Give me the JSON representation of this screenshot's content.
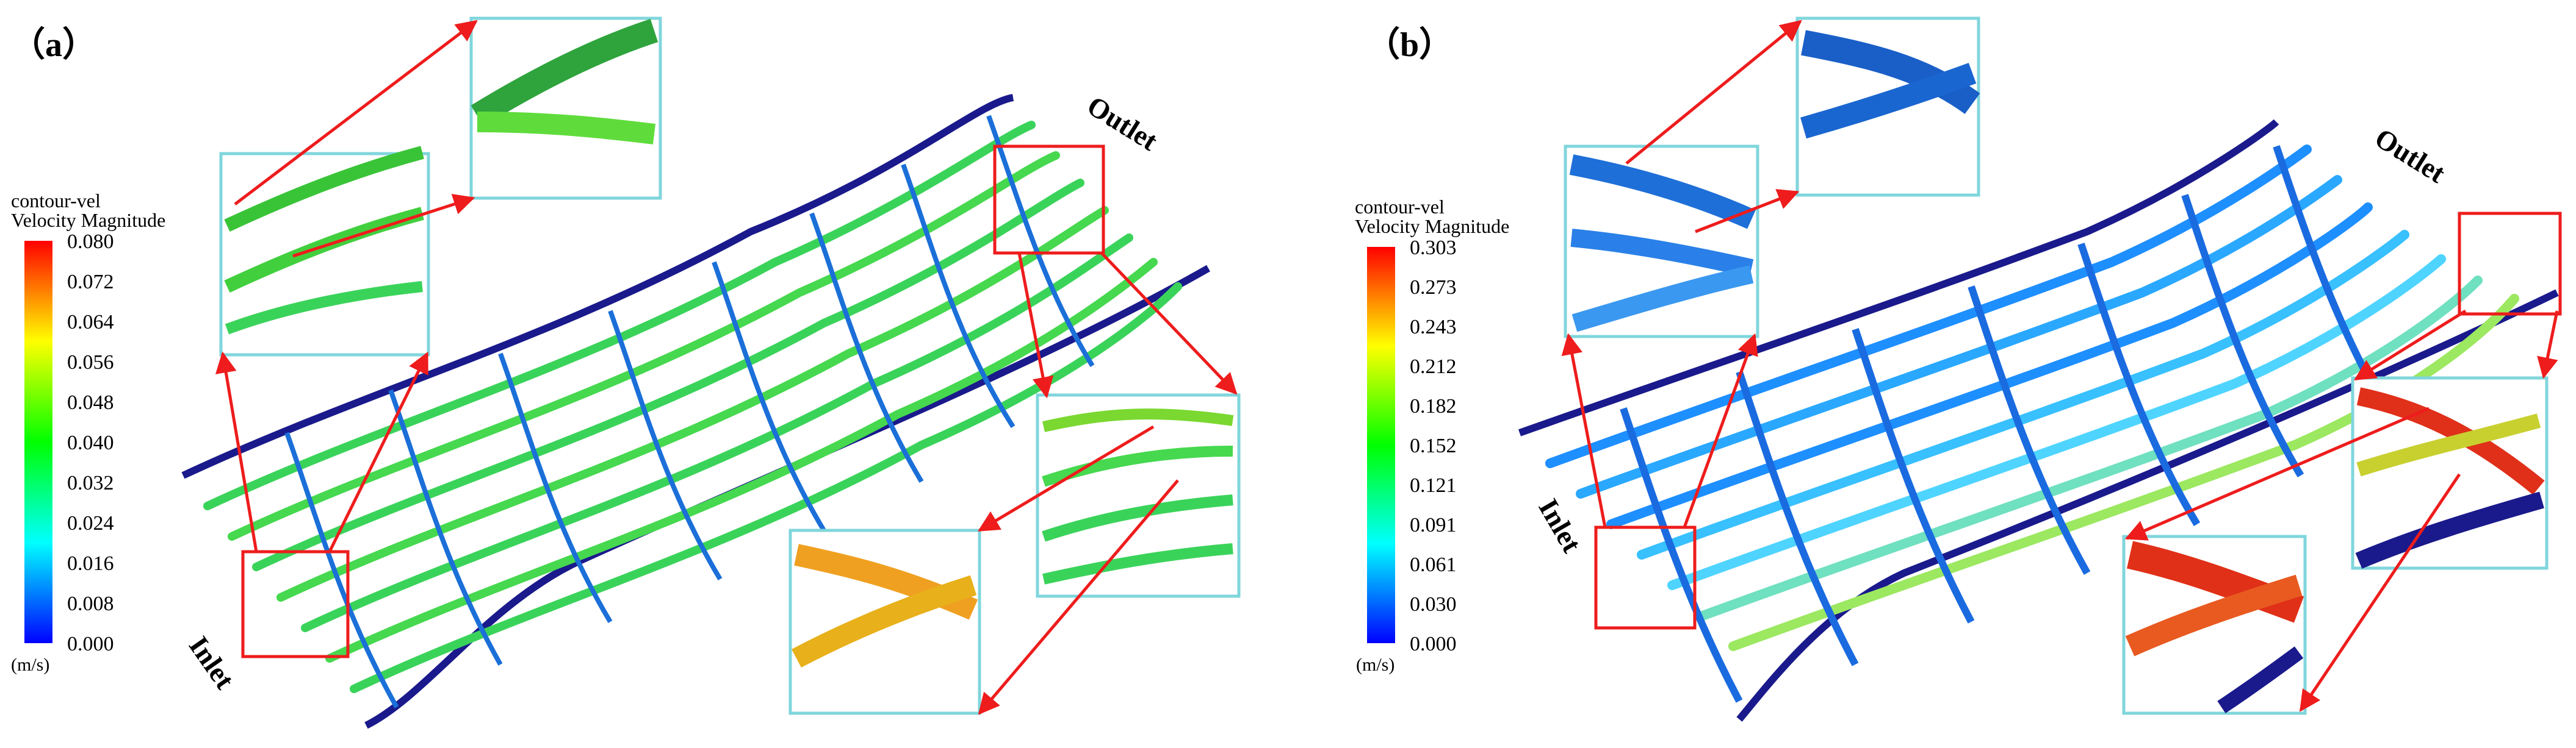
{
  "panels": [
    {
      "id": "a",
      "label": "（a）",
      "inlet_label": "Inlet",
      "outlet_label": "Outlet",
      "legend": {
        "title_line1": "contour-vel",
        "title_line2": "Velocity Magnitude",
        "unit": "(m/s)",
        "ticks": [
          "0.080",
          "0.072",
          "0.064",
          "0.056",
          "0.048",
          "0.040",
          "0.032",
          "0.024",
          "0.016",
          "0.008",
          "0.000"
        ]
      }
    },
    {
      "id": "b",
      "label": "（b）",
      "inlet_label": "Inlet",
      "outlet_label": "Outlet",
      "legend": {
        "title_line1": "contour-vel",
        "title_line2": "Velocity Magnitude",
        "unit": "(m/s)",
        "ticks": [
          "0.303",
          "0.273",
          "0.243",
          "0.212",
          "0.182",
          "0.152",
          "0.121",
          "0.091",
          "0.061",
          "0.030",
          "0.000"
        ]
      }
    }
  ],
  "colors": {
    "highlight_box": "#ee1c1c",
    "inset_frame": "#7fd6dc",
    "grid_border": "#1a1a8c",
    "colormap": [
      "#0000ff",
      "#0080ff",
      "#00ffff",
      "#00ff80",
      "#00ff00",
      "#80ff00",
      "#ffff00",
      "#ff8000",
      "#ff0000"
    ]
  }
}
